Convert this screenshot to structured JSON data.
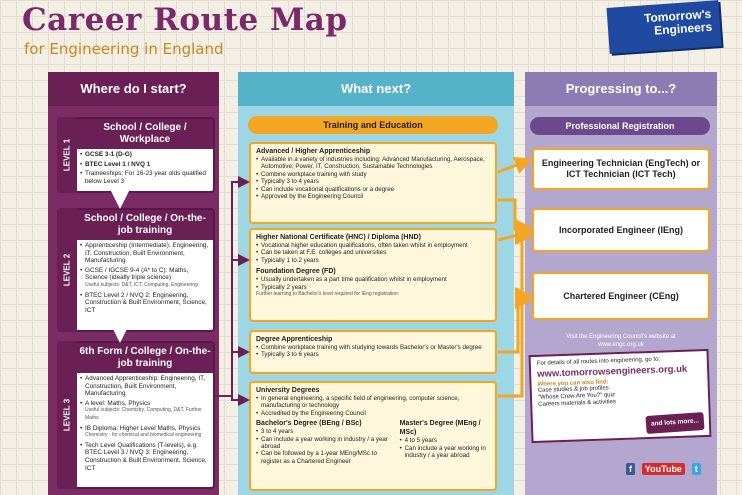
{
  "header": {
    "title": "Career Route Map",
    "subtitle": "for Engineering in England",
    "logo": "Tomorrow's Engineers"
  },
  "columns": {
    "start": "Where do I start?",
    "next": "What next?",
    "progress": "Progressing to...?"
  },
  "levels": [
    {
      "tab": "LEVEL 1",
      "heading": "School / College / Workplace",
      "items": [
        "GCSE 3-1 (D-G)",
        "BTEC Level 1 / NVQ 1",
        "Traineeships: For 16-23 year olds qualified below Level 3"
      ]
    },
    {
      "tab": "LEVEL 2",
      "heading": "School / College / On-the-job training",
      "items": [
        "Apprenticeship (Intermediate): Engineering, IT, Construction, Built Environment, Manufacturing",
        "GCSE / IGCSE 9-4 (A* to C): Maths, Science (ideally triple science)",
        "BTEC Level 2 / NVQ 2: Engineering, Construction & Built Environment, Science, ICT"
      ],
      "note": "Useful subjects: D&T, ICT, Computing, Engineering"
    },
    {
      "tab": "LEVEL 3",
      "heading": "6th Form / College / On-the-job training",
      "items": [
        "Advanced Apprenticeship: Engineering, IT, Construction, Built Environment, Manufacturing",
        "A level: Maths, Physics",
        "IB Diploma: Higher Level Maths, Physics",
        "Tech Level Qualifications (T-levels), e.g. BTEC Level 3 / NVQ 3: Engineering, Construction & Built Environment, Science, ICT"
      ],
      "note": "Useful subjects: Chemistry, Computing, D&T, Further Maths",
      "note2": "Chemistry - for chemical and biomedical engineering"
    }
  ],
  "training": {
    "pill": "Training and Education",
    "boxes": [
      {
        "title": "Advanced / Higher Apprenticeship",
        "items": [
          "Available in a variety of industries including: Advanced Manufacturing, Aerospace, Automotive, Power, IT, Construction, Sustainable Technologies",
          "Combine workplace training with study",
          "Typically 3 to 4 years",
          "Can include vocational qualifications or a degree",
          "Approved by the Engineering Council"
        ]
      },
      {
        "title": "Higher National Certificate (HNC) / Diploma (HND)",
        "items": [
          "Vocational higher education qualifications, often taken whilst in employment",
          "Can be taken at F.E. colleges and universities",
          "Typically 1 to 2 years"
        ],
        "title2": "Foundation Degree (FD)",
        "items2": [
          "Usually undertaken as a part time qualification whilst in employment",
          "Typically 2 years"
        ],
        "footnote": "Further learning to Bachelor's level required for IEng registration"
      },
      {
        "title": "Degree Apprenticeship",
        "items": [
          "Combine workplace training with studying towards Bachelor's or Master's degree",
          "Typically 3 to 6 years"
        ]
      },
      {
        "title": "University Degrees",
        "items": [
          "In general engineering, a specific field of engineering, computer science, manufacturing or technology",
          "Accredited by the Engineering Council"
        ],
        "bachelor_title": "Bachelor's Degree (BEng / BSc)",
        "bachelor_items": [
          "3 to 4 years",
          "Can include a year working in industry / a year abroad",
          "Can be followed by a 1-year MEng/MSc to register as a Chartered Engineer"
        ],
        "master_title": "Master's Degree (MEng / MSc)",
        "master_items": [
          "4 to 5 years",
          "Can include a year working in industry / a year abroad"
        ]
      }
    ]
  },
  "registration": {
    "pill": "Professional Registration",
    "items": [
      "Engineering Technician (EngTech) or ICT Technician (ICT Tech)",
      "Incorporated Engineer (IEng)",
      "Chartered Engineer (CEng)"
    ],
    "visit": "Visit the Engineering Council's website at www.engc.org.uk"
  },
  "web": {
    "intro": "For details of all routes into engineering, go to:",
    "url": "www.tomorrowsengineers.org.uk",
    "find": "Where you can also find:",
    "lines": [
      "Case studies & job profiles",
      "\"Whose Crew Are You?\" quiz",
      "Careers materials & activities"
    ],
    "more": "and lots more..."
  },
  "social": {
    "facebook": "f",
    "youtube": "YouTube",
    "twitter": "t"
  },
  "colors": {
    "purple": "#7c2c65",
    "teal": "#9dd6e4",
    "lavender": "#b3a6cf",
    "orange": "#f2a623"
  }
}
